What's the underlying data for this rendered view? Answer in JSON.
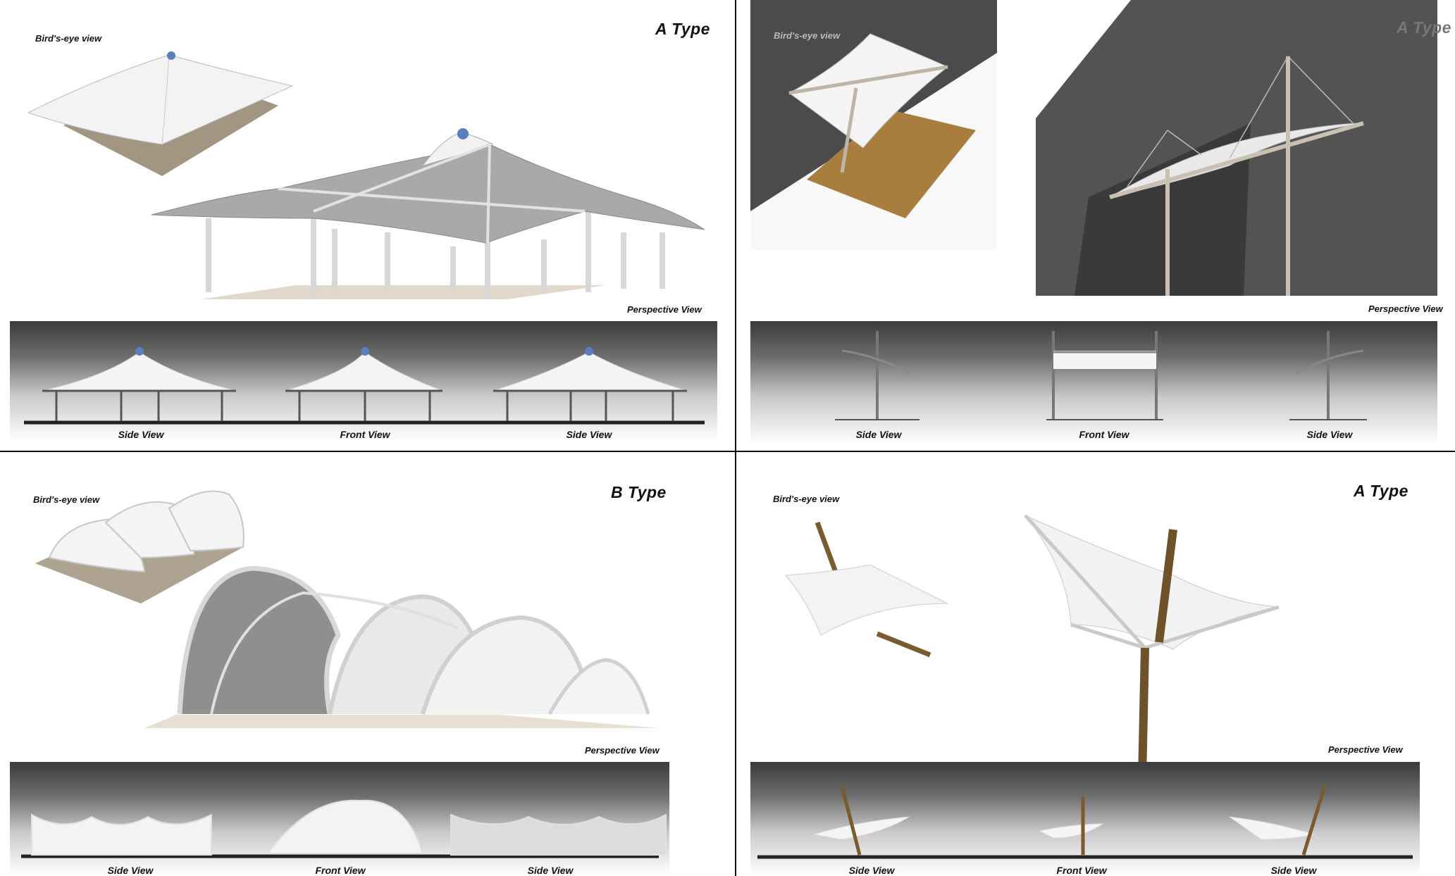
{
  "panels": [
    {
      "type_label": "A Type",
      "birds_eye_label": "Bird's-eye view",
      "perspective_label": "Perspective View",
      "views": [
        "Side View",
        "Front View",
        "Side View"
      ]
    },
    {
      "type_label": "A Type",
      "birds_eye_label": "Bird's-eye view",
      "perspective_label": "Perspective View",
      "views": [
        "Side View",
        "Front View",
        "Side View"
      ]
    },
    {
      "type_label": "B Type",
      "birds_eye_label": "Bird's-eye view",
      "perspective_label": "Perspective View",
      "views": [
        "Side View",
        "Front View",
        "Side View"
      ]
    },
    {
      "type_label": "A Type",
      "birds_eye_label": "Bird's-eye view",
      "perspective_label": "Perspective View",
      "views": [
        "Side View",
        "Front View",
        "Side View"
      ]
    }
  ],
  "colors": {
    "membrane": "#f2f2f2",
    "frame": "#cfcfcf",
    "wall": "#4a4a4a",
    "wood": "#8a6a3a",
    "cap": "#5a7fc0"
  }
}
